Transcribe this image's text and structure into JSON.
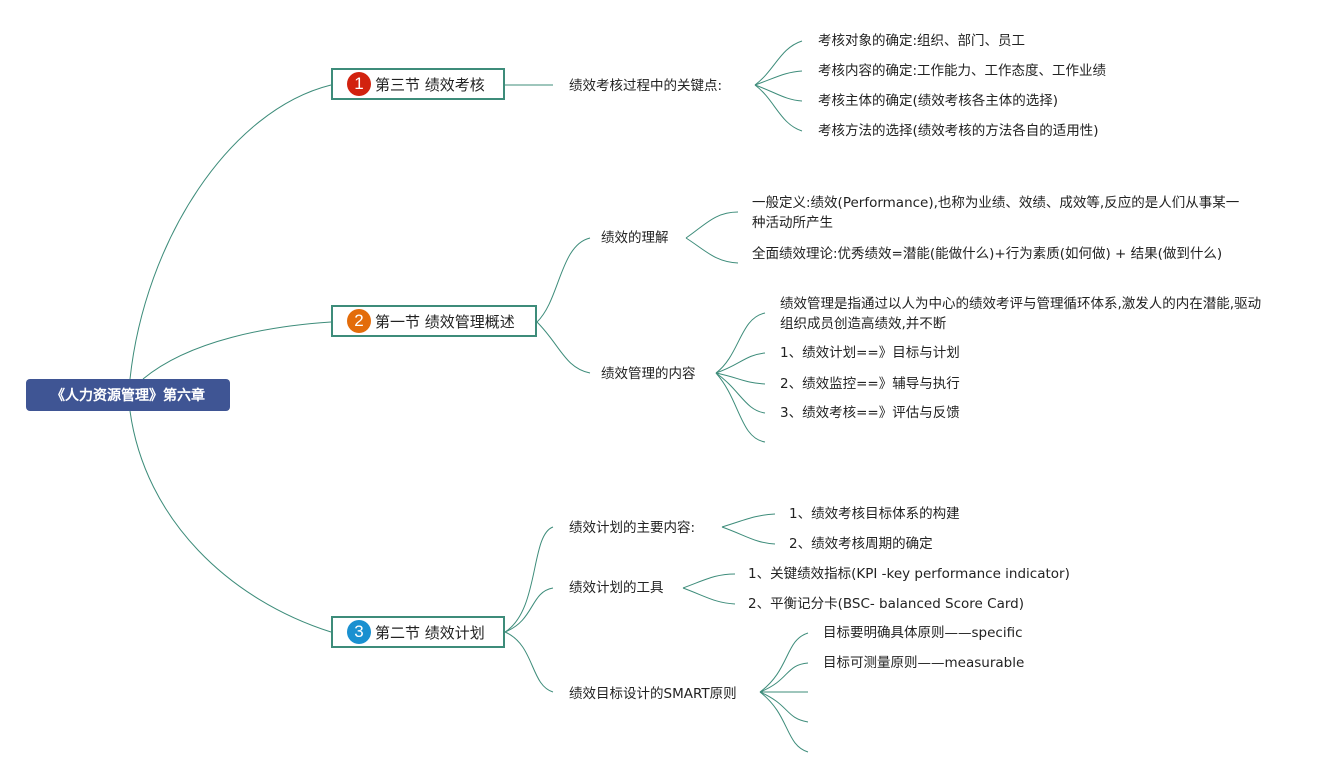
{
  "root": {
    "label": "《人力资源管理》第六章"
  },
  "colors": {
    "link": "#3d8c7a",
    "root_bg": "#3f5594",
    "badge1": "#d2220f",
    "badge2": "#e36c0a",
    "badge3": "#1a90d0"
  },
  "sections": [
    {
      "number": "1",
      "title": "第三节 绩效考核",
      "topics": [
        {
          "label": "绩效考核过程中的关键点:",
          "items": [
            "考核对象的确定:组织、部门、员工",
            "考核内容的确定:工作能力、工作态度、工作业绩",
            "考核主体的确定(绩效考核各主体的选择)",
            "考核方法的选择(绩效考核的方法各自的适用性)"
          ]
        }
      ]
    },
    {
      "number": "2",
      "title": "第一节 绩效管理概述",
      "topics": [
        {
          "label": "绩效的理解",
          "items": [
            "一般定义:绩效(Performance),也称为业绩、效绩、成效等,反应的是人们从事某一种活动所产生",
            "全面绩效理论:优秀绩效=潜能(能做什么)+行为素质(如何做) + 结果(做到什么)"
          ]
        },
        {
          "label": "绩效管理的内容",
          "items": [
            "绩效管理是指通过以人为中心的绩效考评与管理循环体系,激发人的内在潜能,驱动组织成员创造高绩效,并不断",
            "1、绩效计划==》目标与计划",
            "2、绩效监控==》辅导与执行",
            "3、绩效考核==》评估与反馈"
          ]
        }
      ]
    },
    {
      "number": "3",
      "title": "第二节 绩效计划",
      "topics": [
        {
          "label": "绩效计划的主要内容:",
          "items": [
            "1、绩效考核目标体系的构建",
            "2、绩效考核周期的确定"
          ]
        },
        {
          "label": "绩效计划的工具",
          "items": [
            "1、关键绩效指标(KPI -key performance indicator)",
            "2、平衡记分卡(BSC- balanced Score Card)"
          ]
        },
        {
          "label": "绩效目标设计的SMART原则",
          "items": [
            "目标要明确具体原则——specific",
            "目标可测量原则——measurable"
          ]
        }
      ]
    }
  ]
}
